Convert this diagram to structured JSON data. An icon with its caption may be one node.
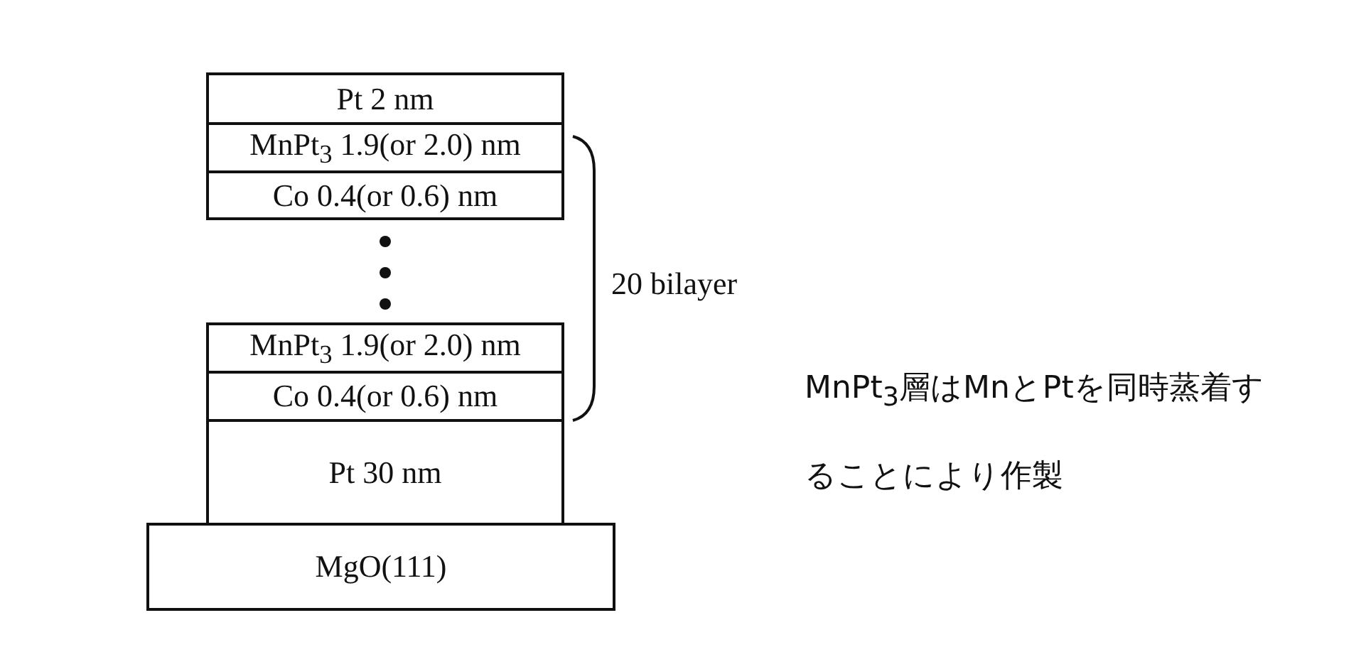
{
  "diagram": {
    "nodes": [
      {
        "text": [
          "Pt 2 nm"
        ]
      },
      {
        "text": [
          "MnPt$_{3}$ 1.9(or 2.0) nm"
        ]
      },
      {
        "text": [
          "Co 0.4(or 0.6) nm"
        ]
      },
      {
        "text": [
          "MnPt$_{3}$ 1.9(or 2.0) nm"
        ]
      },
      {
        "text": [
          "Co 0.4(or 0.6) nm"
        ]
      },
      {
        "text": [
          "Pt 30 nm"
        ]
      },
      {
        "text": [
          "MgO(111)"
        ]
      }
    ],
    "edges": [],
    "labels": [
      "20 bilayer",
      "MnPt$_{3}$層はMnとPtを同時蒸着することにより作製"
    ]
  }
}
